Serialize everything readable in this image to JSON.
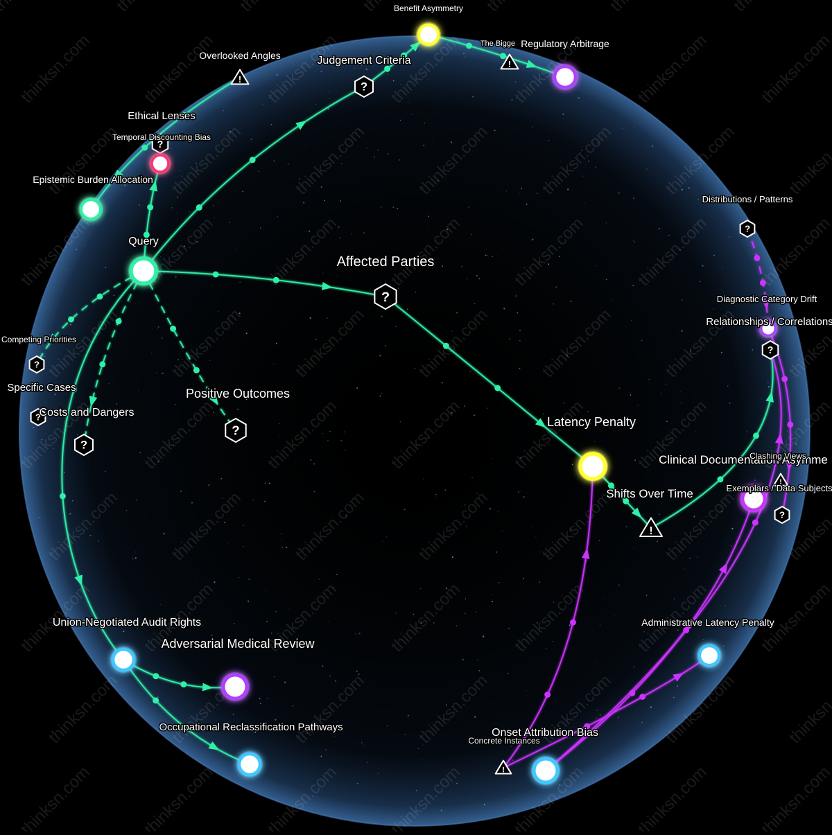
{
  "colors": {
    "background": "#000000",
    "sphere_edge": "#6aa6e6",
    "teal": "#2ff0a8",
    "magenta": "#cc33ff",
    "yellow": "#ffff33",
    "cyan": "#40c8ff",
    "pink": "#ff3377",
    "violet": "#b040ff"
  },
  "watermark": "thinksn.com",
  "nodes": [
    {
      "id": "query",
      "label": "Query",
      "kind": "circle",
      "color": "teal"
    },
    {
      "id": "benefit_asymmetry",
      "label": "Benefit Asymmetry",
      "kind": "circle",
      "color": "yellow"
    },
    {
      "id": "regulatory_arbitrage",
      "label": "Regulatory Arbitrage",
      "kind": "circle",
      "color": "violet"
    },
    {
      "id": "the_bigger",
      "label": "The Bigge",
      "kind": "warning"
    },
    {
      "id": "judgement_criteria",
      "label": "Judgement Criteria",
      "kind": "question"
    },
    {
      "id": "overlooked_angles",
      "label": "Overlooked Angles",
      "kind": "warning"
    },
    {
      "id": "ethical_lenses",
      "label": "Ethical Lenses",
      "kind": "question"
    },
    {
      "id": "temporal_discounting_bias",
      "label": "Temporal Discounting Bias",
      "kind": "circle",
      "color": "pink"
    },
    {
      "id": "epistemic_burden_allocation",
      "label": "Epistemic Burden Allocation",
      "kind": "circle",
      "color": "teal"
    },
    {
      "id": "affected_parties",
      "label": "Affected Parties",
      "kind": "question"
    },
    {
      "id": "competing_priorities",
      "label": "Competing Priorities",
      "kind": "question"
    },
    {
      "id": "specific_cases",
      "label": "Specific Cases",
      "kind": "question"
    },
    {
      "id": "costs_and_dangers",
      "label": "Costs and Dangers",
      "kind": "question"
    },
    {
      "id": "positive_outcomes",
      "label": "Positive Outcomes",
      "kind": "question"
    },
    {
      "id": "latency_penalty",
      "label": "Latency Penalty",
      "kind": "circle",
      "color": "yellow"
    },
    {
      "id": "shifts_over_time",
      "label": "Shifts Over Time",
      "kind": "warning"
    },
    {
      "id": "distributions_patterns",
      "label": "Distributions / Patterns",
      "kind": "question"
    },
    {
      "id": "diagnostic_category_drift",
      "label": "Diagnostic Category Drift",
      "kind": "circle",
      "color": "violet"
    },
    {
      "id": "relationships_correlations",
      "label": "Relationships / Correlations",
      "kind": "question"
    },
    {
      "id": "clinical_documentation_asymmetry",
      "label": "Clinical Documentation Asymme",
      "kind": "circle",
      "color": "magenta"
    },
    {
      "id": "clashing_views",
      "label": "Clashing Views",
      "kind": "warning"
    },
    {
      "id": "exemplars_data_subjects",
      "label": "Exemplars / Data Subjects",
      "kind": "question"
    },
    {
      "id": "administrative_latency_penalty",
      "label": "Administrative Latency Penalty",
      "kind": "circle",
      "color": "cyan"
    },
    {
      "id": "union_negotiated_audit_rights",
      "label": "Union-Negotiated Audit Rights",
      "kind": "circle",
      "color": "cyan"
    },
    {
      "id": "adversarial_medical_review",
      "label": "Adversarial Medical Review",
      "kind": "circle",
      "color": "violet"
    },
    {
      "id": "occupational_reclassification_pathways",
      "label": "Occupational Reclassification Pathways",
      "kind": "circle",
      "color": "cyan"
    },
    {
      "id": "onset_attribution_bias",
      "label": "Onset Attribution Bias",
      "kind": "circle",
      "color": "cyan"
    },
    {
      "id": "concrete_instances",
      "label": "Concrete Instances",
      "kind": "warning"
    }
  ],
  "edges": [
    {
      "from": "query",
      "to": "affected_parties",
      "style": "solid",
      "color": "teal"
    },
    {
      "from": "affected_parties",
      "to": "latency_penalty",
      "style": "solid",
      "color": "teal"
    },
    {
      "from": "query",
      "to": "judgement_criteria",
      "style": "solid",
      "color": "teal"
    },
    {
      "from": "judgement_criteria",
      "to": "benefit_asymmetry",
      "style": "solid",
      "color": "teal"
    },
    {
      "from": "benefit_asymmetry",
      "to": "regulatory_arbitrage",
      "style": "solid",
      "color": "teal"
    },
    {
      "from": "query",
      "to": "temporal_discounting_bias",
      "style": "solid",
      "color": "teal"
    },
    {
      "from": "overlooked_angles",
      "to": "epistemic_burden_allocation",
      "style": "solid",
      "color": "teal"
    },
    {
      "from": "query",
      "to": "positive_outcomes",
      "style": "dashed",
      "color": "teal"
    },
    {
      "from": "query",
      "to": "costs_and_dangers",
      "style": "dashed",
      "color": "teal"
    },
    {
      "from": "query",
      "to": "competing_priorities",
      "style": "dashed",
      "color": "teal"
    },
    {
      "from": "query",
      "to": "union_negotiated_audit_rights",
      "style": "solid",
      "color": "teal"
    },
    {
      "from": "union_negotiated_audit_rights",
      "to": "adversarial_medical_review",
      "style": "solid",
      "color": "teal"
    },
    {
      "from": "union_negotiated_audit_rights",
      "to": "occupational_reclassification_pathways",
      "style": "solid",
      "color": "teal"
    },
    {
      "from": "latency_penalty",
      "to": "shifts_over_time",
      "style": "solid",
      "color": "teal"
    },
    {
      "from": "shifts_over_time",
      "to": "relationships_correlations",
      "style": "solid",
      "color": "teal"
    },
    {
      "from": "distributions_patterns",
      "to": "diagnostic_category_drift",
      "style": "dashed",
      "color": "magenta"
    },
    {
      "from": "diagnostic_category_drift",
      "to": "exemplars_data_subjects",
      "style": "solid",
      "color": "magenta"
    },
    {
      "from": "onset_attribution_bias",
      "to": "relationships_correlations",
      "style": "solid",
      "color": "magenta"
    },
    {
      "from": "concrete_instances",
      "to": "latency_penalty",
      "style": "solid",
      "color": "magenta"
    },
    {
      "from": "onset_attribution_bias",
      "to": "clinical_documentation_asymmetry",
      "style": "solid",
      "color": "magenta"
    },
    {
      "from": "concrete_instances",
      "to": "administrative_latency_penalty",
      "style": "solid",
      "color": "magenta"
    }
  ]
}
